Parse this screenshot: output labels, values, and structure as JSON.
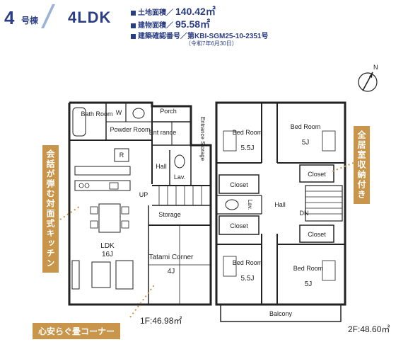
{
  "header": {
    "building_number": "4",
    "building_unit": "号棟",
    "plan_type": "4LDK",
    "land_area_label": "土地面積／",
    "land_area_value": "140.42㎡",
    "floor_area_label": "建物面積／",
    "floor_area_value": "95.58㎡",
    "permit_label": "建築確認番号／",
    "permit_value": "第KBI-SGM25-10-2351号",
    "permit_date": "（令和7年6月30日）"
  },
  "compass": {
    "label": "N"
  },
  "callouts": {
    "kitchen": "会話が弾む対面式キッチン",
    "storage": "全居室収納付き",
    "tatami": "心安らぐ畳コーナー"
  },
  "floor1": {
    "area": "1F:46.98㎡",
    "rooms": {
      "bath": "Bath Room",
      "w": "W",
      "powder": "Powder Room",
      "porch": "Porch",
      "entrance": "Ent rance",
      "entrance_storage": "Entrance Storage",
      "hall": "Hall",
      "lav": "Lav.",
      "r": "R",
      "up": "UP",
      "storage": "Storage",
      "ldk": "LDK",
      "ldk_size": "16J",
      "tatami": "Tatami Corner",
      "tatami_size": "4J"
    }
  },
  "floor2": {
    "area": "2F:48.60㎡",
    "rooms": {
      "bed1": "Bed Room",
      "bed1_size": "5.5J",
      "bed2": "Bed Room",
      "bed2_size": "5J",
      "bed3": "Bed Room",
      "bed3_size": "5.5J",
      "bed4": "Bed Room",
      "bed4_size": "5J",
      "closet1": "Closet",
      "closet2": "Closet",
      "closet3": "Closet",
      "closet4": "Closet",
      "hall": "Hall",
      "lav": "Lav.",
      "dn": "DN",
      "balcony": "Balcony"
    }
  }
}
